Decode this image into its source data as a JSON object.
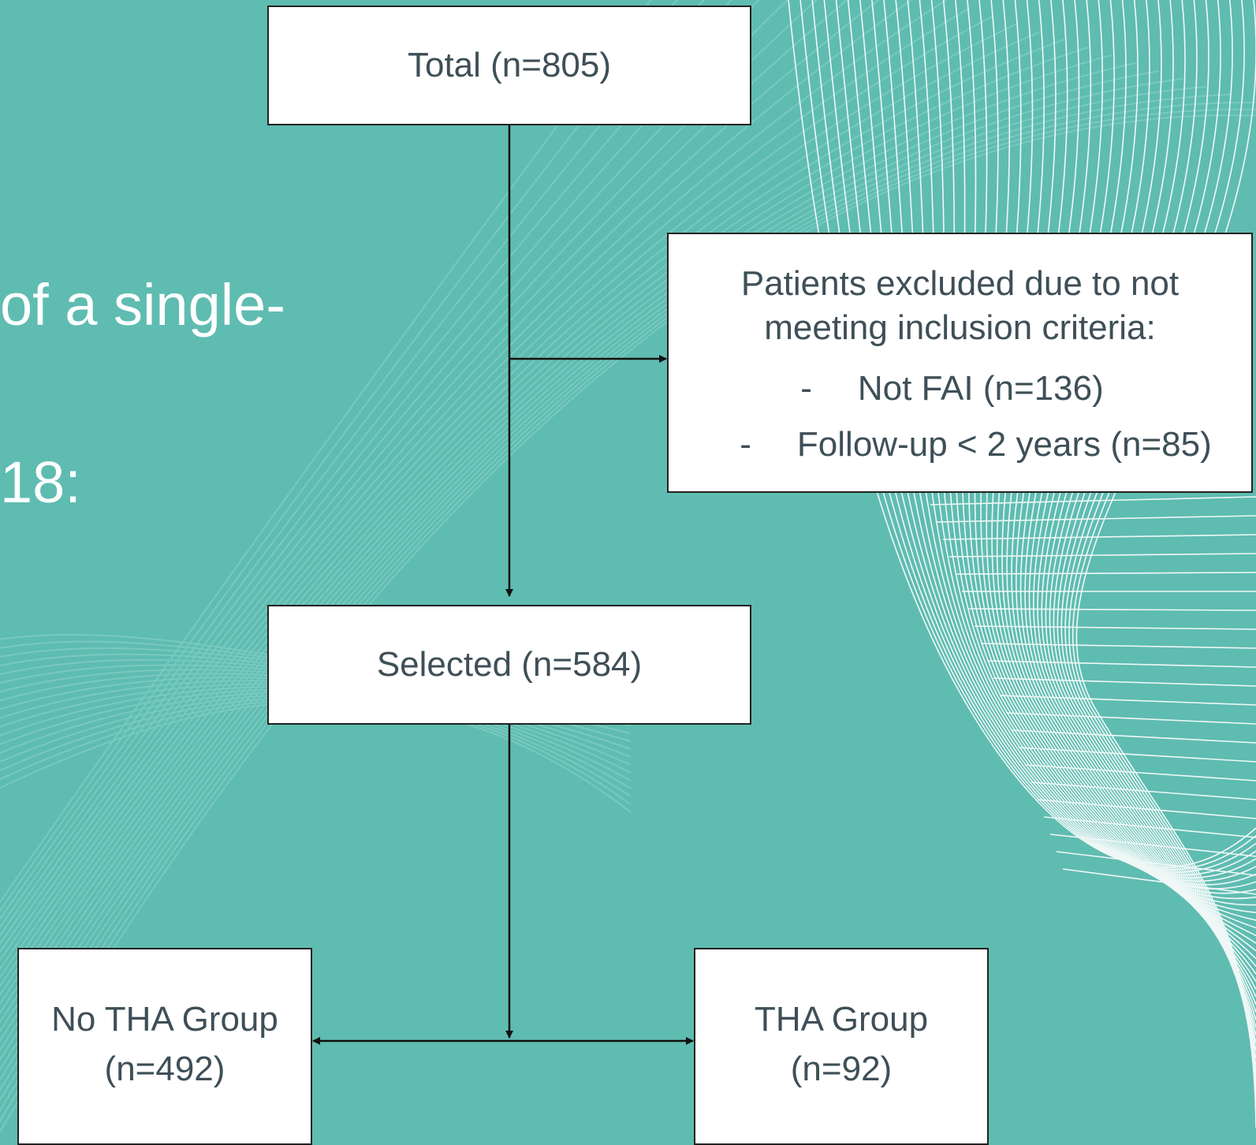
{
  "background": {
    "color": "#5fbcb1",
    "text_fragments": [
      "of a single-",
      "18:"
    ]
  },
  "flowchart": {
    "total": {
      "label": "Total (n=805)"
    },
    "exclusion": {
      "heading": [
        "Patients excluded due to not",
        "meeting inclusion criteria:"
      ],
      "items": [
        {
          "dash": "-",
          "text": "Not FAI (n=136)"
        },
        {
          "dash": "-",
          "text": "Follow-up < 2 years (n=85)"
        }
      ]
    },
    "selected": {
      "label": "Selected (n=584)"
    },
    "no_tha": {
      "line1": "No THA Group",
      "line2": "(n=492)"
    },
    "tha": {
      "line1": "THA Group",
      "line2": "(n=92)"
    }
  }
}
